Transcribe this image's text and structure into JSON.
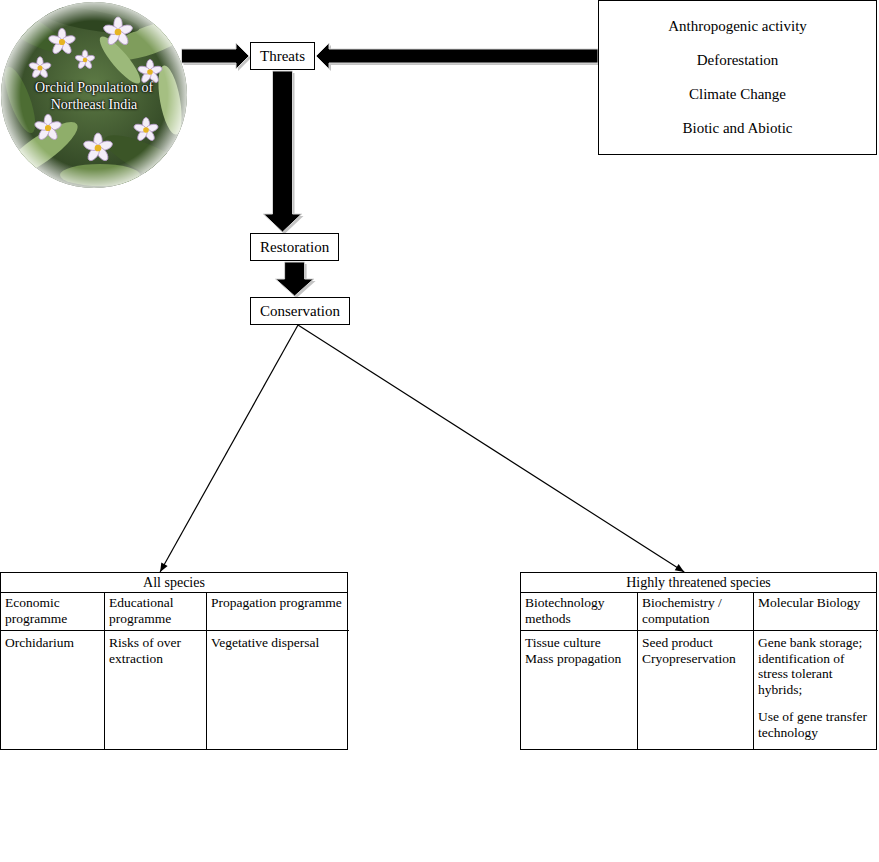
{
  "diagram": {
    "nodes": [
      {
        "text": [
          "Orchid Population of Northeast India"
        ]
      },
      {
        "text": [
          "Threats"
        ]
      },
      {
        "text": [
          "Anthropogenic activity",
          "Deforestation",
          "Climate Change",
          "Biotic and Abiotic"
        ]
      },
      {
        "text": [
          "Restoration"
        ]
      },
      {
        "text": [
          "Conservation"
        ]
      },
      {
        "text": [
          "All species"
        ]
      },
      {
        "text": [
          "Highly threatened species"
        ]
      }
    ],
    "edges": [
      {
        "from": 0,
        "to": 1,
        "arrow": "to"
      },
      {
        "from": 2,
        "to": 1,
        "arrow": "to"
      },
      {
        "from": 1,
        "to": 3,
        "arrow": "to"
      },
      {
        "from": 3,
        "to": 4,
        "arrow": "to"
      },
      {
        "from": 4,
        "to": 5,
        "arrow": "to"
      },
      {
        "from": 4,
        "to": 6,
        "arrow": "to"
      }
    ],
    "labels": [
      "Economic programme",
      "Educational programme",
      "Propagation programme",
      "Orchidarium",
      "Risks of over extraction",
      "Vegetative dispersal",
      "Biotechnology methods",
      "Biochemistry / computation",
      "Molecular Biology",
      "Tissue culture",
      "Mass propagation",
      "Seed product",
      "Cryopreservation",
      "Gene bank storage; identification of stress tolerant hybrids;",
      "Use of gene transfer technology"
    ]
  }
}
